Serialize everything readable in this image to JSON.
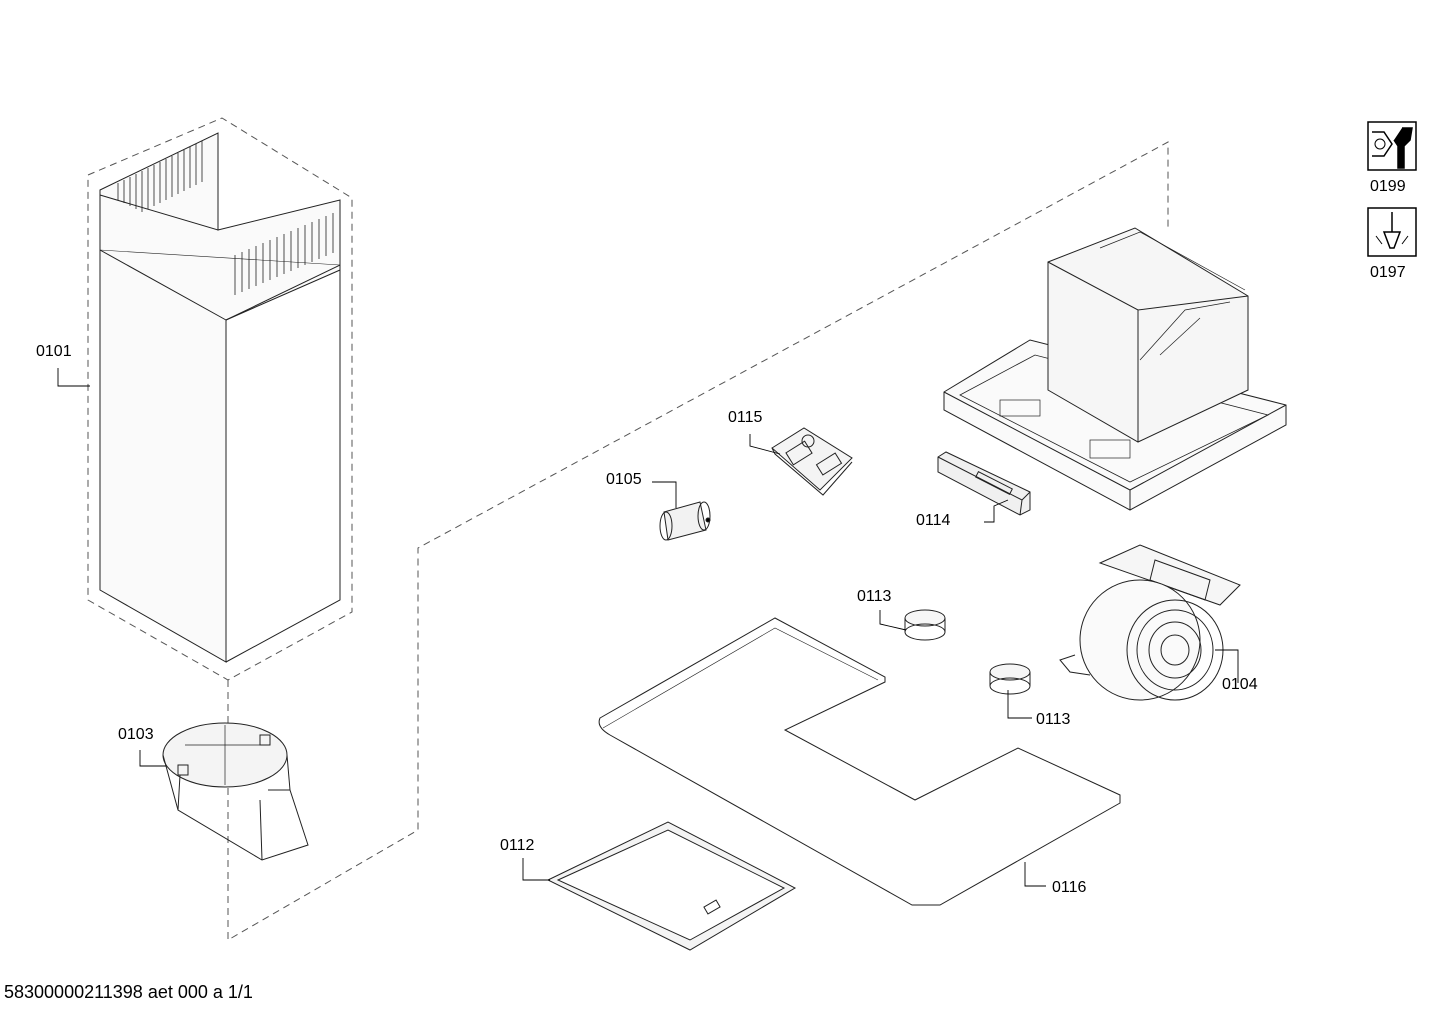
{
  "parts": {
    "p0101": "0101",
    "p0103": "0103",
    "p0104": "0104",
    "p0105": "0105",
    "p0112": "0112",
    "p0113a": "0113",
    "p0113b": "0113",
    "p0114": "0114",
    "p0115": "0115",
    "p0116": "0116"
  },
  "tools": [
    {
      "icon": "wrench-icon",
      "label": "0199"
    },
    {
      "icon": "screwdriver-icon",
      "label": "0197"
    }
  ],
  "footer": "58300000211398 aet 000 a 1/1"
}
